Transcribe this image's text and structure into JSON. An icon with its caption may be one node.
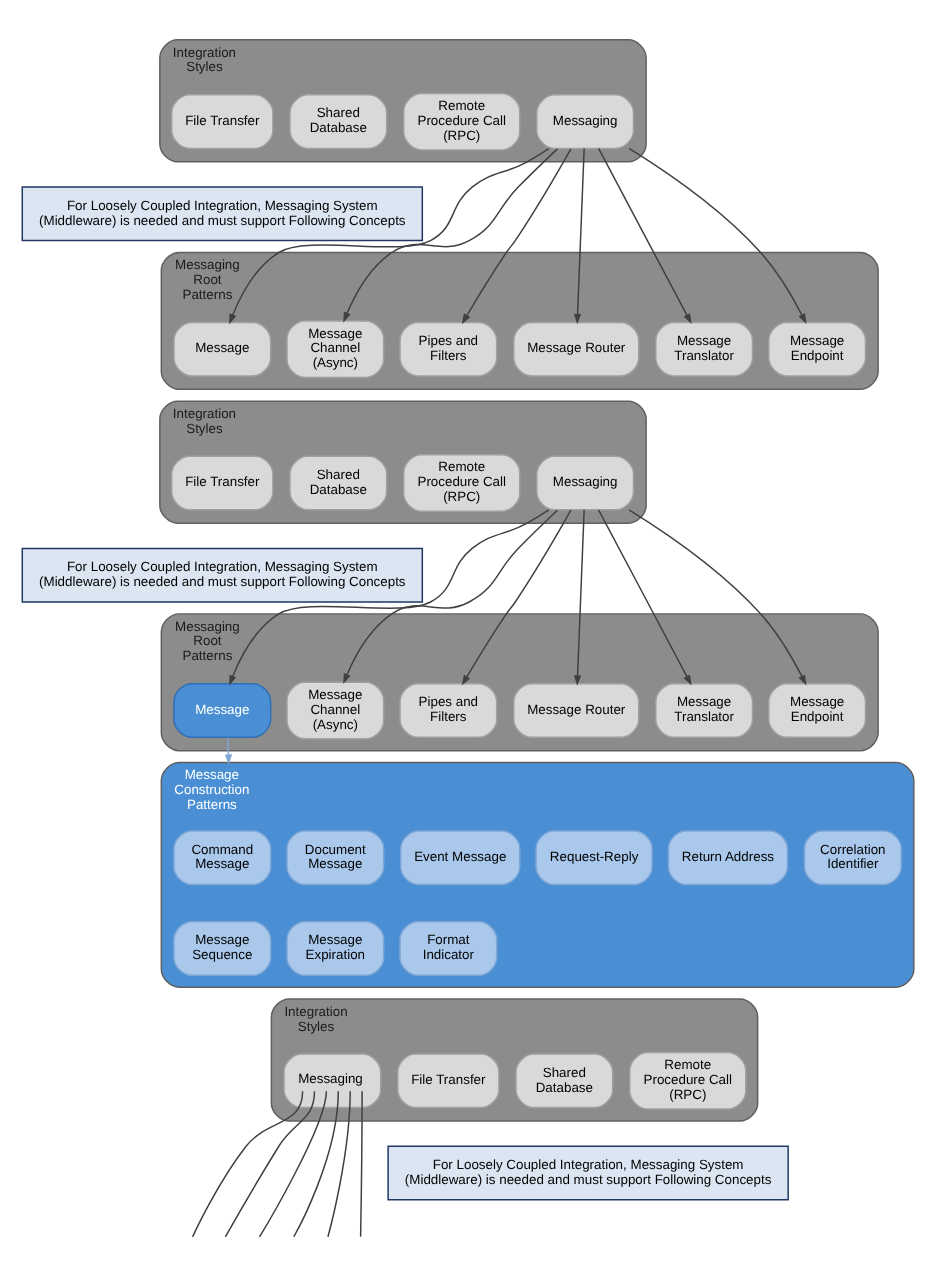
{
  "diagram": {
    "nodes": [
      {
        "text": [
          "Integration Styles"
        ]
      },
      {
        "text": [
          "File Transfer"
        ],
        "in": 0
      },
      {
        "text": [
          "Shared Database"
        ],
        "in": 0
      },
      {
        "text": [
          "Remote Procedure Call (RPC)"
        ],
        "in": 0
      },
      {
        "text": [
          "Messaging"
        ],
        "in": 0
      },
      {
        "text": [
          "For Loosely Coupled Integration, Messaging System (Middleware) is needed and must support Following Concepts"
        ]
      },
      {
        "text": [
          "Messaging Root Patterns"
        ]
      },
      {
        "text": [
          "Message"
        ],
        "in": 6
      },
      {
        "text": [
          "Message Channel (Async)"
        ],
        "in": 6
      },
      {
        "text": [
          "Pipes and Filters"
        ],
        "in": 6
      },
      {
        "text": [
          "Message Router"
        ],
        "in": 6
      },
      {
        "text": [
          "Message Translator"
        ],
        "in": 6
      },
      {
        "text": [
          "Message Endpoint"
        ],
        "in": 6
      },
      {
        "text": [
          "Integration Styles"
        ]
      },
      {
        "text": [
          "File Transfer"
        ],
        "in": 13
      },
      {
        "text": [
          "Shared Database"
        ],
        "in": 13
      },
      {
        "text": [
          "Remote Procedure Call (RPC)"
        ],
        "in": 13
      },
      {
        "text": [
          "Messaging"
        ],
        "in": 13
      },
      {
        "text": [
          "For Loosely Coupled Integration, Messaging System (Middleware) is needed and must support Following Concepts"
        ]
      },
      {
        "text": [
          "Messaging Root Patterns"
        ]
      },
      {
        "text": [
          "Message"
        ],
        "in": 19
      },
      {
        "text": [
          "Message Channel (Async)"
        ],
        "in": 19
      },
      {
        "text": [
          "Pipes and Filters"
        ],
        "in": 19
      },
      {
        "text": [
          "Message Router"
        ],
        "in": 19
      },
      {
        "text": [
          "Message Translator"
        ],
        "in": 19
      },
      {
        "text": [
          "Message Endpoint"
        ],
        "in": 19
      },
      {
        "text": [
          "Message Construction Patterns"
        ]
      },
      {
        "text": [
          "Command Message"
        ],
        "in": 26
      },
      {
        "text": [
          "Document Message"
        ],
        "in": 26
      },
      {
        "text": [
          "Event Message"
        ],
        "in": 26
      },
      {
        "text": [
          "Request-Reply"
        ],
        "in": 26
      },
      {
        "text": [
          "Return Address"
        ],
        "in": 26
      },
      {
        "text": [
          "Correlation Identifier"
        ],
        "in": 26
      },
      {
        "text": [
          "Message Sequence"
        ],
        "in": 26
      },
      {
        "text": [
          "Message Expiration"
        ],
        "in": 26
      },
      {
        "text": [
          "Format Indicator"
        ],
        "in": 26
      },
      {
        "text": [
          "Integration Styles"
        ]
      },
      {
        "text": [
          "File Transfer"
        ],
        "in": 36
      },
      {
        "text": [
          "Shared Database"
        ],
        "in": 36
      },
      {
        "text": [
          "Remote Procedure Call (RPC)"
        ],
        "in": 36
      },
      {
        "text": [
          "Messaging"
        ],
        "in": 36
      },
      {
        "text": [
          "For Loosely Coupled Integration, Messaging System (Middleware) is needed and must support Following Concepts"
        ]
      }
    ],
    "edges": [
      {
        "from": 4,
        "to": 7,
        "arrow": "to"
      },
      {
        "from": 4,
        "to": 8,
        "arrow": "to"
      },
      {
        "from": 4,
        "to": 9,
        "arrow": "to"
      },
      {
        "from": 4,
        "to": 10,
        "arrow": "to"
      },
      {
        "from": 4,
        "to": 11,
        "arrow": "to"
      },
      {
        "from": 4,
        "to": 12,
        "arrow": "to"
      },
      {
        "from": 17,
        "to": 20,
        "arrow": "to"
      },
      {
        "from": 17,
        "to": 21,
        "arrow": "to"
      },
      {
        "from": 17,
        "to": 22,
        "arrow": "to"
      },
      {
        "from": 17,
        "to": 23,
        "arrow": "to"
      },
      {
        "from": 17,
        "to": 24,
        "arrow": "to"
      },
      {
        "from": 17,
        "to": 25,
        "arrow": "to"
      },
      {
        "from": 20,
        "to": 26,
        "arrow": "to",
        "color": "#7fa7d6"
      },
      {
        "from": 40,
        "to": null,
        "arrow": "none"
      },
      {
        "from": 40,
        "to": null,
        "arrow": "none"
      },
      {
        "from": 40,
        "to": null,
        "arrow": "none"
      },
      {
        "from": 40,
        "to": null,
        "arrow": "none"
      },
      {
        "from": 40,
        "to": null,
        "arrow": "none"
      },
      {
        "from": 40,
        "to": null,
        "arrow": "none"
      }
    ]
  }
}
